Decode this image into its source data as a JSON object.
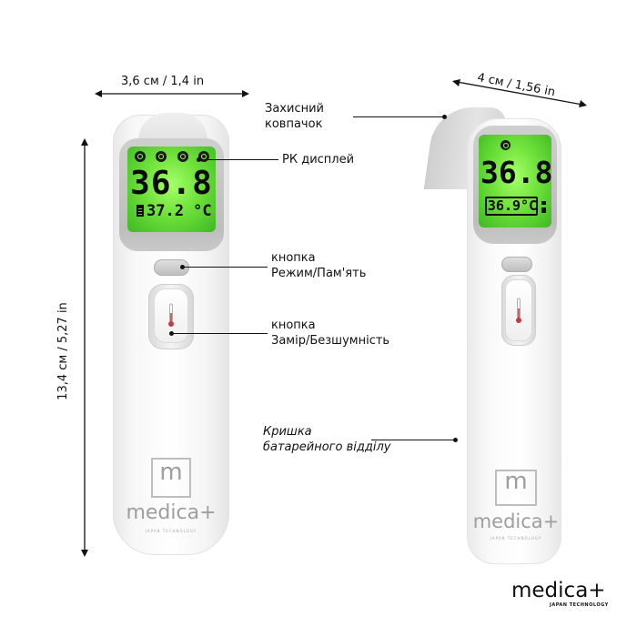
{
  "dimensions": {
    "width": "3,6 см / 1,4 in",
    "height": "13,4 см / 5,27 in",
    "depth": "4 см / 1,56 in"
  },
  "callouts": {
    "cap_line1": "Захисний",
    "cap_line2": "ковпачок",
    "display": "РК дисплей",
    "mode_line1": "кнопка",
    "mode_line2": "Режим/Пам'ять",
    "measure_line1": "кнопка",
    "measure_line2": "Замір/Безшумність",
    "battery_line1": "Кришка",
    "battery_line2": "батарейного відділу"
  },
  "device_front": {
    "main_reading": "36.8",
    "secondary_reading": "37.2 °C",
    "brand": "medica+",
    "tagline": "JAPAN TECHNOLOGY",
    "logo_letter": "m"
  },
  "device_side": {
    "main_reading": "36.8",
    "secondary_reading": "36.9°C",
    "brand": "medica+",
    "tagline": "JAPAN TECHNOLOGY",
    "logo_letter": "m"
  },
  "footer_logo": {
    "brand": "medica+",
    "tagline": "JAPAN TECHNOLOGY"
  },
  "colors": {
    "lcd_green": "#6fe23a",
    "body_white": "#f7f7f7",
    "bezel_grey": "#c4c4c4",
    "ink": "#111111"
  },
  "icons": [
    "thermometer-icon",
    "battery-icon",
    "mode-icon",
    "sound-icon"
  ]
}
